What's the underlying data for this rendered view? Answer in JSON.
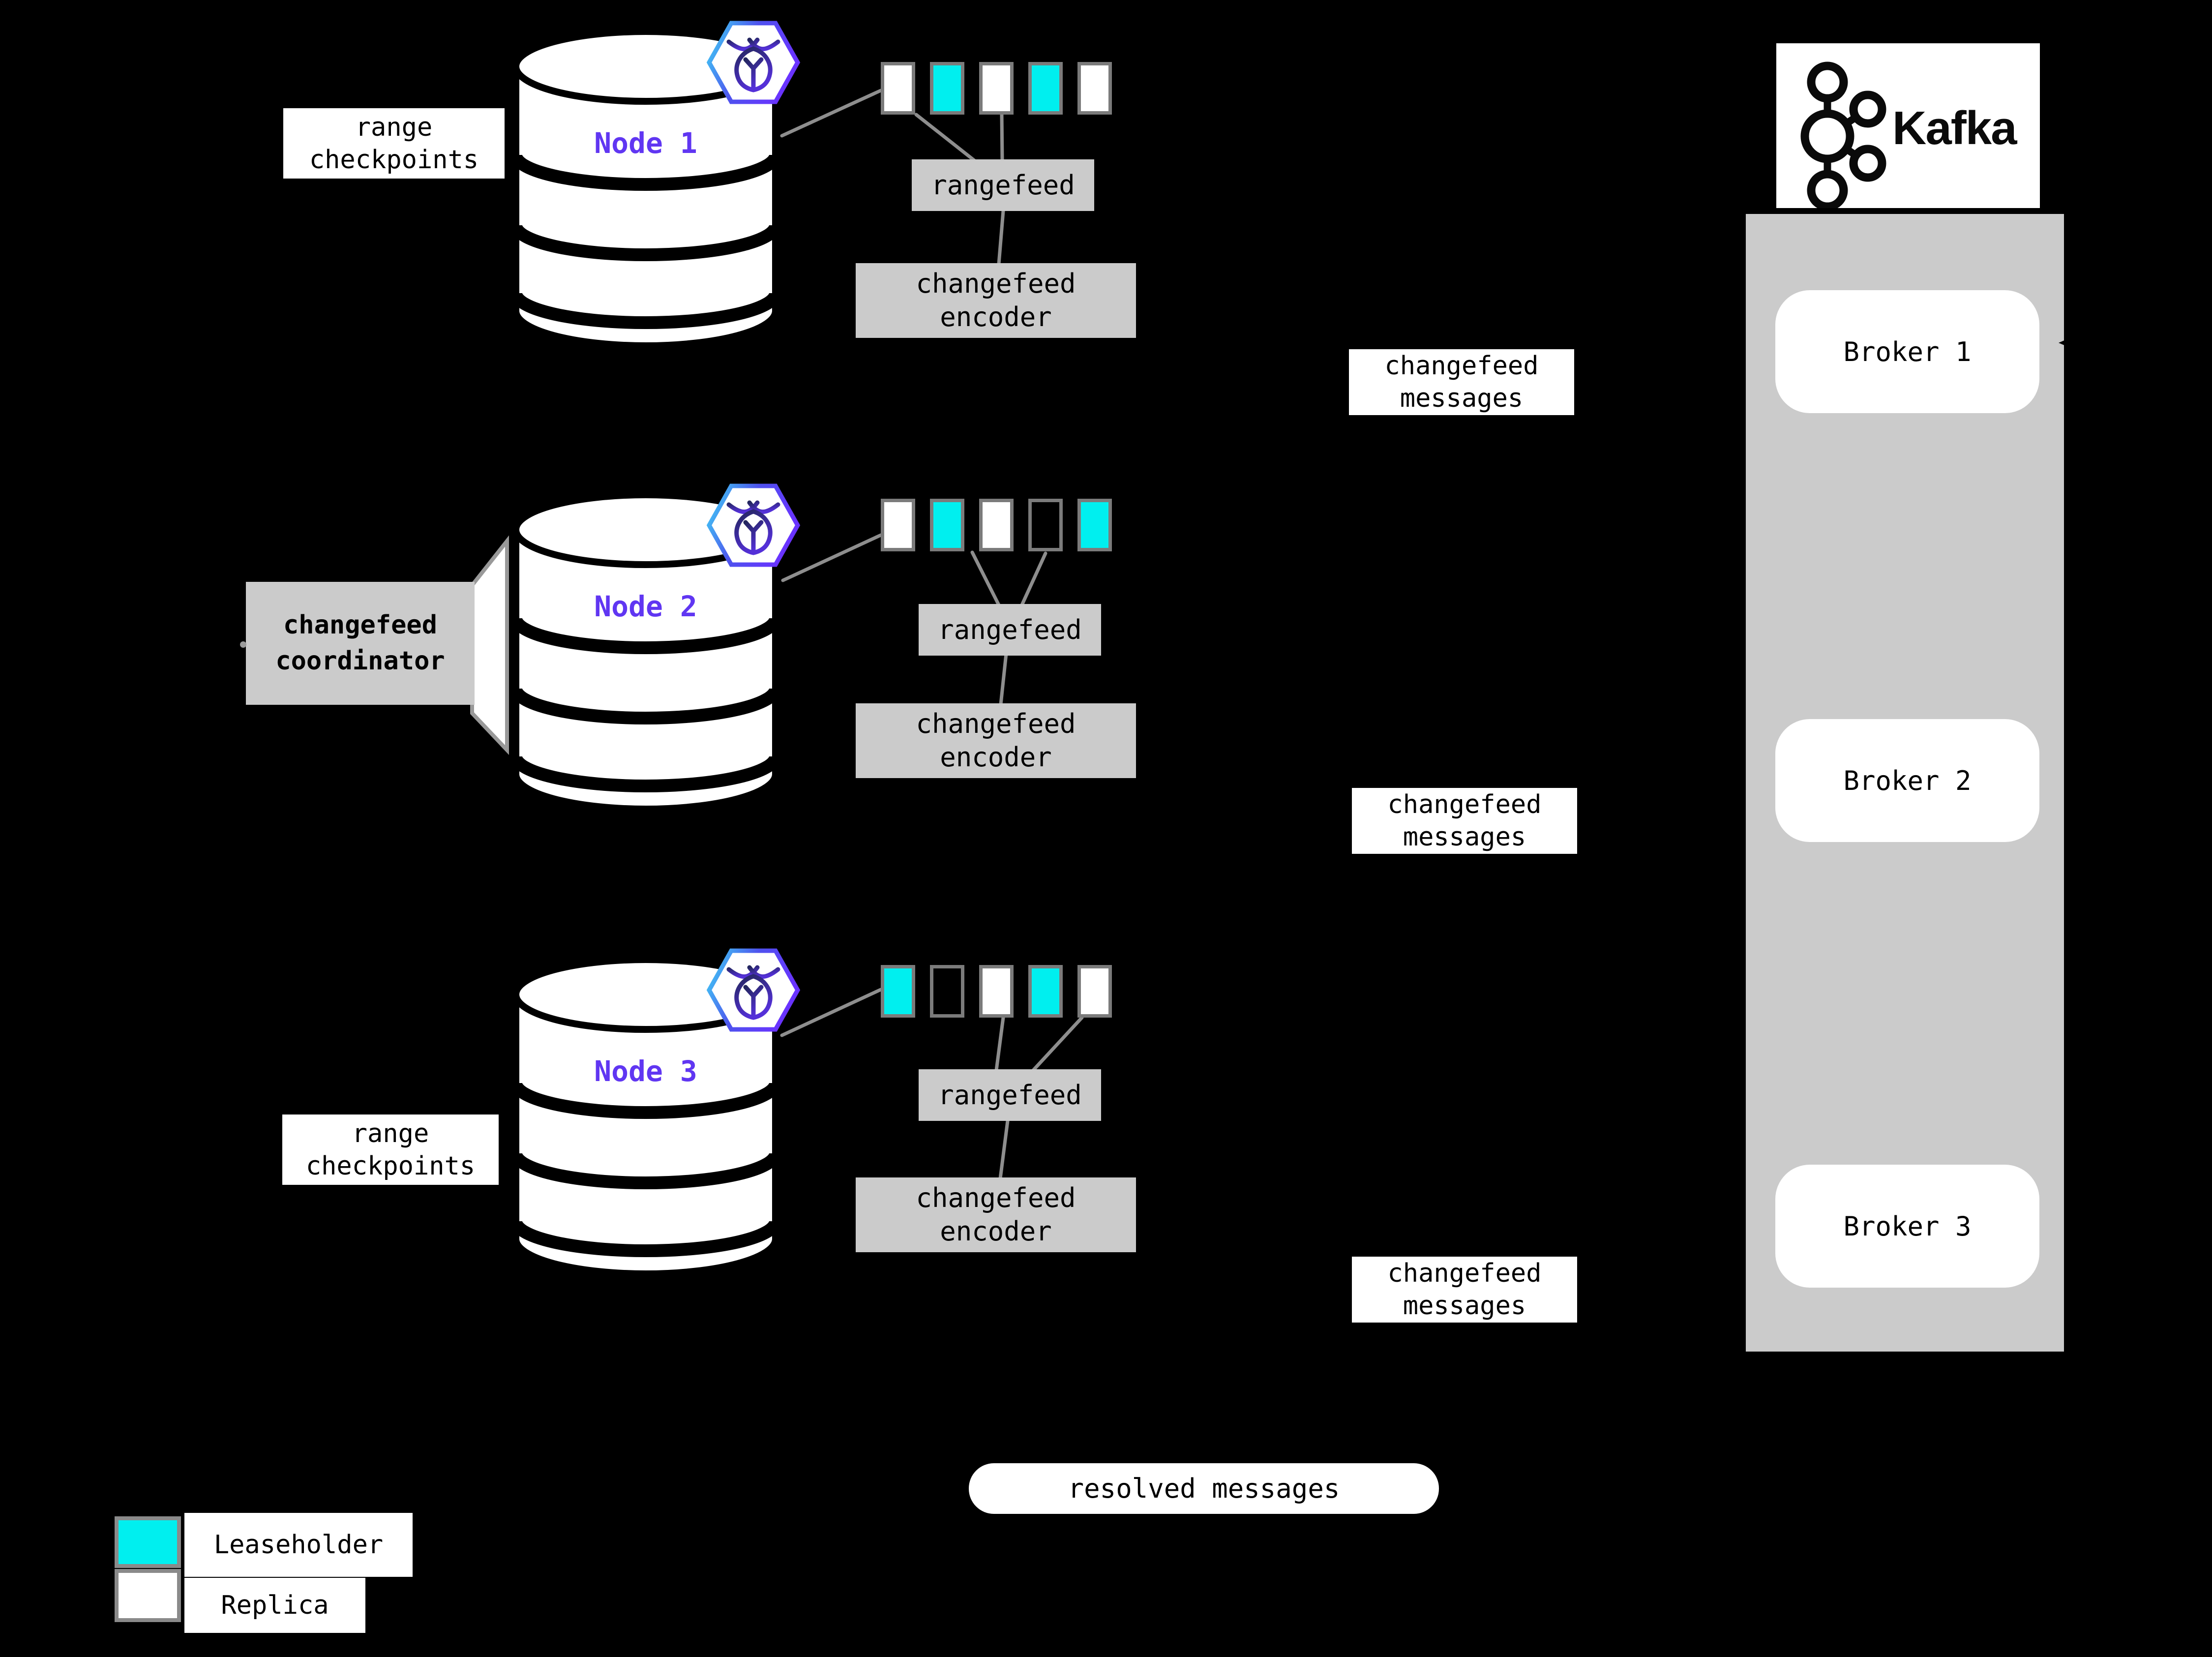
{
  "colors": {
    "leaseholder": "#00EFEF",
    "replica": "#FFFFFF",
    "node_label": "#6036F2",
    "panel_gray": "#CBCBCB",
    "connector_gray": "#8E8E8E",
    "background": "#000000"
  },
  "labels": {
    "range_checkpoints": [
      "range",
      "checkpoints"
    ],
    "changefeed_coordinator": [
      "changefeed",
      "coordinator"
    ],
    "rangefeed": "rangefeed",
    "changefeed_encoder": [
      "changefeed",
      "encoder"
    ],
    "changefeed_messages": [
      "changefeed",
      "messages"
    ],
    "resolved_messages": "resolved messages"
  },
  "nodes": [
    {
      "name": "Node 1",
      "ranges": [
        "replica",
        "leaseholder",
        "replica",
        "leaseholder",
        "replica"
      ]
    },
    {
      "name": "Node 2",
      "ranges": [
        "replica",
        "leaseholder",
        "replica",
        "empty",
        "leaseholder"
      ]
    },
    {
      "name": "Node 3",
      "ranges": [
        "leaseholder",
        "empty",
        "replica",
        "leaseholder",
        "replica"
      ]
    }
  ],
  "kafka": {
    "title": "Kafka",
    "brokers": [
      "Broker 1",
      "Broker 2",
      "Broker 3"
    ]
  },
  "legend": {
    "leaseholder": "Leaseholder",
    "replica": "Replica"
  }
}
